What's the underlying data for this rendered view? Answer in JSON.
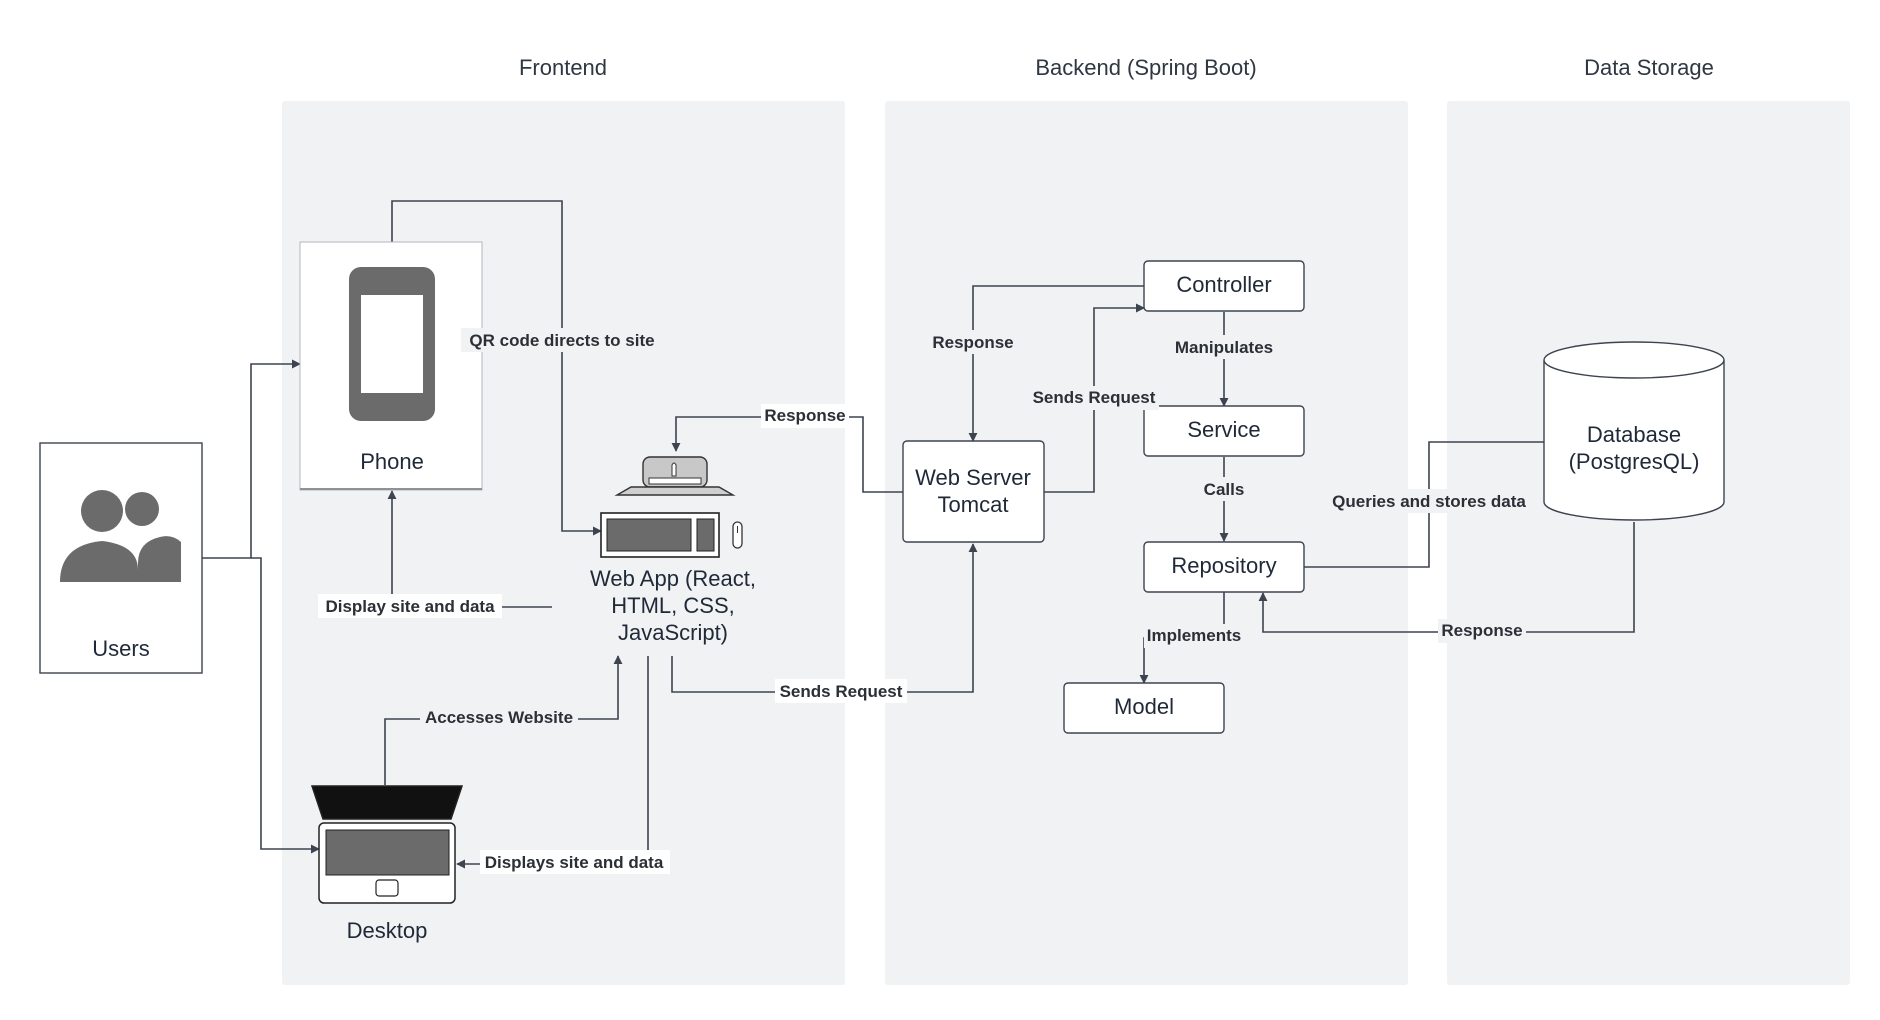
{
  "lanes": {
    "frontend": "Frontend",
    "backend": "Backend (Spring Boot)",
    "storage": "Data Storage"
  },
  "nodes": {
    "users": "Users",
    "phone": "Phone",
    "desktop": "Desktop",
    "webapp": [
      "Web App (React,",
      "HTML, CSS,",
      "JavaScript)"
    ],
    "webserver": [
      "Web Server",
      "Tomcat"
    ],
    "controller": "Controller",
    "service": "Service",
    "repository": "Repository",
    "model": "Model",
    "database": [
      "Database",
      "(PostgresQL)"
    ]
  },
  "edges": {
    "qr_code": "QR code directs to site",
    "display_site_phone": "Display site and data",
    "accesses_website": "Accesses Website",
    "displays_site_desktop": "Displays site and data",
    "response_webapp": "Response",
    "sends_request_webserver": "Sends Request",
    "response_webserver": "Response",
    "sends_request_controller": "Sends Request",
    "manipulates": "Manipulates",
    "calls": "Calls",
    "implements": "Implements",
    "queries": "Queries and stores data",
    "response_db": "Response"
  }
}
